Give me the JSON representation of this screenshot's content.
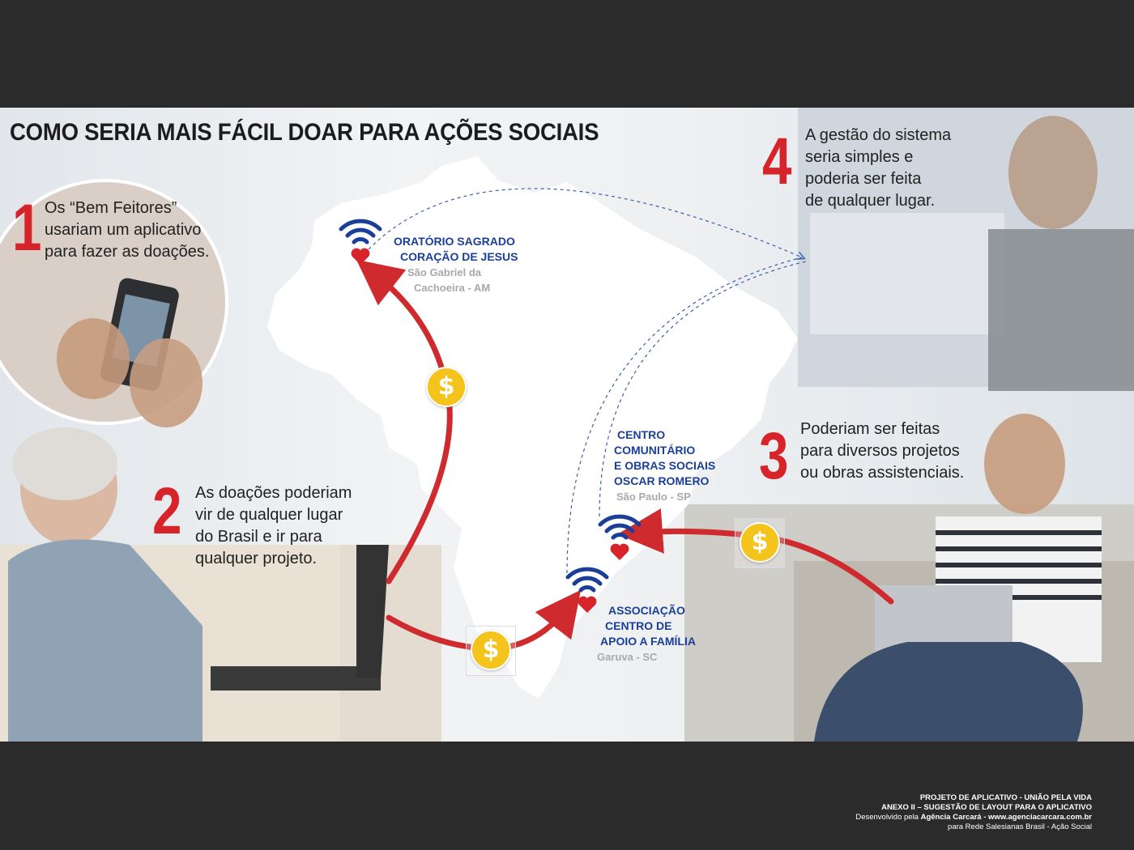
{
  "title": "COMO SERIA MAIS FÁCIL DOAR PARA AÇÕES SOCIAIS",
  "steps": [
    {
      "number": "1",
      "lines": [
        "Os “Bem Feitores”",
        "usariam um aplicativo",
        "para fazer as doações."
      ]
    },
    {
      "number": "2",
      "lines": [
        "As doações poderiam",
        "vir de qualquer lugar",
        "do Brasil e ir para",
        "qualquer projeto."
      ]
    },
    {
      "number": "3",
      "lines": [
        "Poderiam ser feitas",
        "para diversos projetos",
        "ou obras assistenciais."
      ]
    },
    {
      "number": "4",
      "lines": [
        "A gestão do sistema",
        "seria simples e",
        "poderia ser feita",
        "de qualquer lugar."
      ]
    }
  ],
  "places": [
    {
      "name": [
        "ORATÓRIO SAGRADO",
        "CORAÇÃO DE JESUS"
      ],
      "city": [
        "São Gabriel da",
        "Cachoeira - AM"
      ]
    },
    {
      "name": [
        "CENTRO",
        "COMUNITÁRIO",
        "E OBRAS SOCIAIS",
        "OSCAR ROMERO"
      ],
      "city": [
        "São Paulo - SP"
      ]
    },
    {
      "name": [
        "ASSOCIAÇÃO",
        "CENTRO DE",
        "APOIO A FAMÍLIA"
      ],
      "city": [
        "Garuva - SC"
      ]
    }
  ],
  "coin_symbol": "$",
  "footer": {
    "line1": "PROJETO DE APLICATIVO - UNIÃO PELA VIDA",
    "line2": "ANEXO II – SUGESTÃO DE LAYOUT PARA O APLICATIVO",
    "line3_prefix": "Desenvolvido pela ",
    "line3_agency": "Agência Carcará - www.agenciacarcara.com.br",
    "line4": "para Rede Salesianas Brasil - Ação Social"
  },
  "colors": {
    "accent_red": "#d6242a",
    "place_blue": "#1b3f99",
    "coin_yellow": "#f4c31c",
    "frame_dark": "#2b2b2b"
  },
  "icons": [
    "wifi-heart-icon",
    "dollar-coin-icon",
    "map-of-brazil",
    "curved-arrow"
  ]
}
